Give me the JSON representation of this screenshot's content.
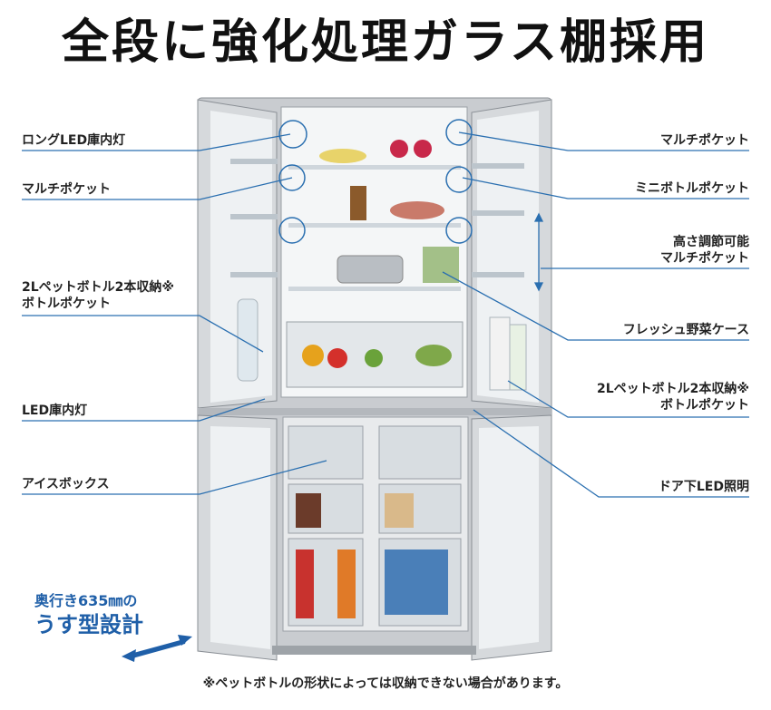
{
  "title": "全段に強化処理ガラス棚採用",
  "labels": {
    "long_led": "ロングLED庫内灯",
    "multi_pocket_left": "マルチポケット",
    "bottle_pocket_2l_left_1": "2Lペットボトル2本収納※",
    "bottle_pocket_2l_left_2": "ボトルポケット",
    "led_light": "LED庫内灯",
    "ice_box": "アイスボックス",
    "multi_pocket_right": "マルチポケット",
    "mini_bottle_pocket": "ミニボトルポケット",
    "adjustable_1": "高さ調節可能",
    "adjustable_2": "マルチポケット",
    "fresh_vegetable_case": "フレッシュ野菜ケース",
    "bottle_pocket_2l_right_1": "2Lペットボトル2本収納※",
    "bottle_pocket_2l_right_2": "ボトルポケット",
    "door_led": "ドア下LED照明"
  },
  "depth_badge": {
    "line1": "奥行き635㎜の",
    "line2": "うす型設計"
  },
  "footnote": "※ペットボトルの形状によっては収納できない場合があります。",
  "colors": {
    "accent_blue": "#1f5fa8",
    "leader_line": "#2a6fb0",
    "fridge_body": "#c9ccd0",
    "interior": "#f4f6f7"
  }
}
